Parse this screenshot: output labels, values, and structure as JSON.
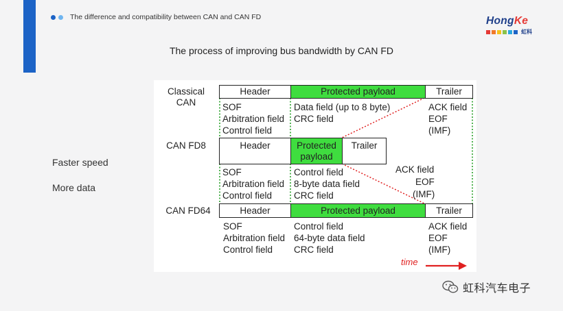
{
  "header": {
    "title": "The difference and compatibility between CAN and CAN FD",
    "logo_text": "HongKe",
    "logo_sub": "虹科",
    "accent": "#1c63c6"
  },
  "subtitle": "The process of improving bus bandwidth by CAN FD",
  "side_points": [
    "Faster speed",
    "More data"
  ],
  "diagram": {
    "rows": [
      {
        "label": "Classical\nCAN",
        "header": "Header",
        "payload": "Protected payload",
        "trailer": "Trailer",
        "header_fields": [
          "SOF",
          "Arbitration field",
          "Control field"
        ],
        "payload_fields": [
          "Data field (up to 8 byte)",
          "CRC field"
        ],
        "trailer_fields": [
          "ACK field",
          "EOF",
          "(IMF)"
        ]
      },
      {
        "label": "CAN FD8",
        "header": "Header",
        "payload": "Protected\npayload",
        "trailer": "Trailer",
        "header_fields": [
          "SOF",
          "Arbitration field",
          "Control field"
        ],
        "payload_fields": [
          "Control field",
          "8-byte data field",
          "CRC field"
        ],
        "trailer_fields": [
          "ACK field",
          "EOF",
          "(IMF)"
        ]
      },
      {
        "label": "CAN FD64",
        "header": "Header",
        "payload": "Protected payload",
        "trailer": "Trailer",
        "header_fields": [
          "SOF",
          "Arbitration field",
          "Control field"
        ],
        "payload_fields": [
          "Control field",
          "64-byte data field",
          "CRC field"
        ],
        "trailer_fields": [
          "ACK field",
          "EOF",
          "(IMF)"
        ]
      }
    ],
    "time_label": "time",
    "payload_color": "#3fdd3f",
    "dotted_color": "#e02020"
  },
  "watermark": "虹科汽车电子"
}
